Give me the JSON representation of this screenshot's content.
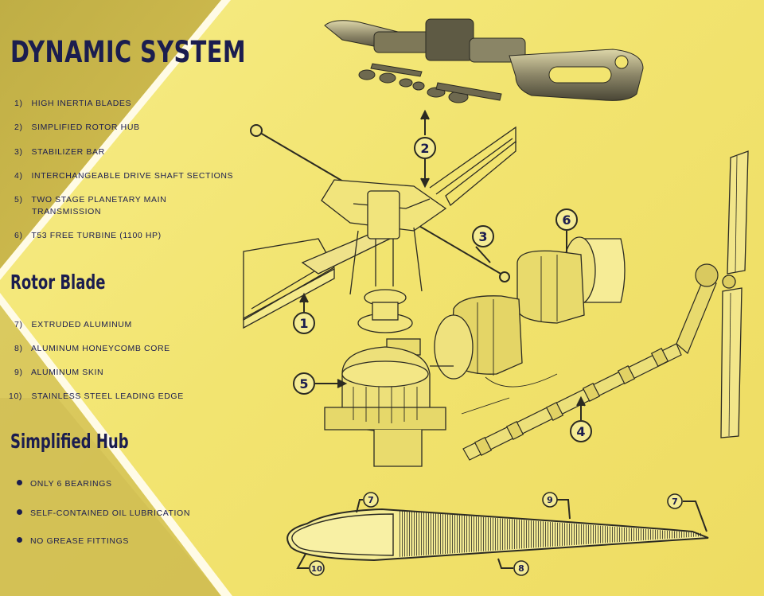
{
  "title": "DYNAMIC SYSTEM",
  "dynamic_system": {
    "items": [
      {
        "num": "1)",
        "text": "HIGH INERTIA BLADES"
      },
      {
        "num": "2)",
        "text": "SIMPLIFIED ROTOR HUB"
      },
      {
        "num": "3)",
        "text": "STABILIZER BAR"
      },
      {
        "num": "4)",
        "text": "INTERCHANGEABLE DRIVE SHAFT SECTIONS"
      },
      {
        "num": "5)",
        "text": "TWO STAGE PLANETARY MAIN",
        "text2": "TRANSMISSION"
      },
      {
        "num": "6)",
        "text": "T53 FREE TURBINE (1100 HP)"
      }
    ]
  },
  "rotor_blade": {
    "heading": "Rotor Blade",
    "items": [
      {
        "num": "7)",
        "text": "EXTRUDED ALUMINUM"
      },
      {
        "num": "8)",
        "text": "ALUMINUM HONEYCOMB CORE"
      },
      {
        "num": "9)",
        "text": "ALUMINUM SKIN"
      },
      {
        "num": "10)",
        "text": "STAINLESS STEEL LEADING EDGE"
      }
    ]
  },
  "simplified_hub": {
    "heading": "Simplified Hub",
    "items": [
      {
        "text": "ONLY 6 BEARINGS"
      },
      {
        "text": "SELF-CONTAINED OIL LUBRICATION"
      },
      {
        "text": "NO GREASE FITTINGS"
      }
    ]
  },
  "callouts": {
    "c1": "1",
    "c2": "2",
    "c3": "3",
    "c4": "4",
    "c5": "5",
    "c6": "6",
    "c7a": "7",
    "c7b": "7",
    "c8": "8",
    "c9": "9",
    "c10": "10"
  },
  "colors": {
    "background": "#f3e67a",
    "left_band": "#c9b548",
    "diagonal_stripe": "#ffffff",
    "text": "#1b1d4f",
    "line_art": "#2b2a22"
  }
}
